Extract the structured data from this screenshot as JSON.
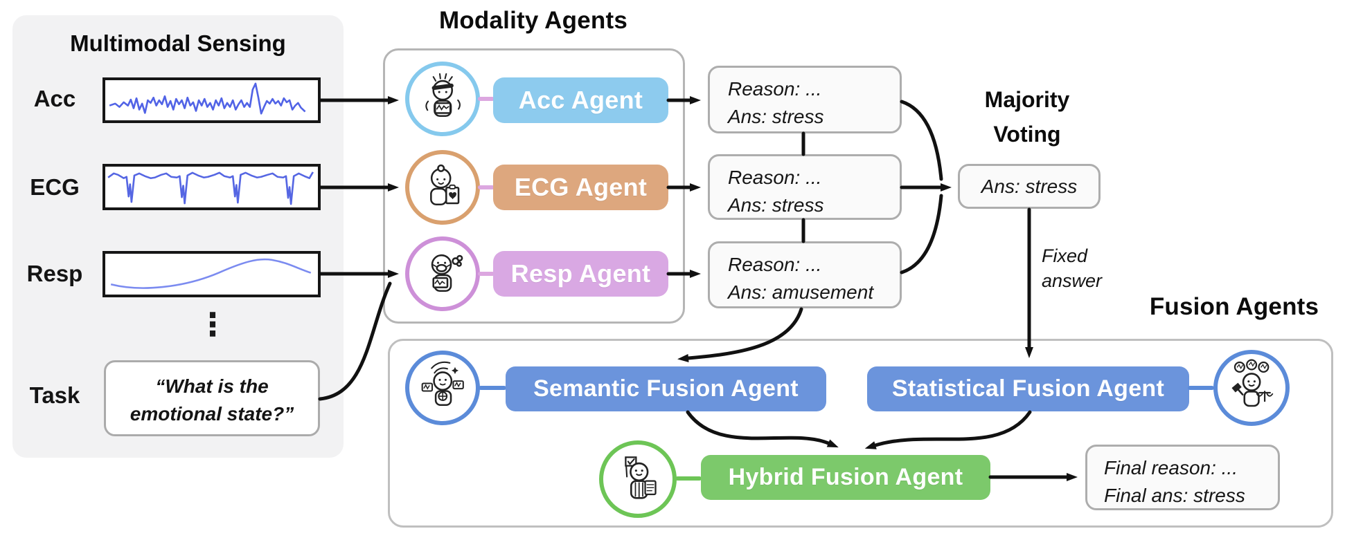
{
  "sensing": {
    "title": "Multimodal Sensing",
    "rows": [
      {
        "label": "Acc"
      },
      {
        "label": "ECG"
      },
      {
        "label": "Resp"
      }
    ],
    "ellipsis": "⋮",
    "task": {
      "label": "Task",
      "line1": "“What is the",
      "line2": "emotional state?”"
    }
  },
  "modality": {
    "title": "Modality Agents",
    "connector_color": "#DCA7E0",
    "agents": [
      {
        "name": "Acc Agent",
        "pill_color": "#8DCBEE",
        "ring_color": "#85C9ED",
        "icon": "acc-agent-avatar"
      },
      {
        "name": "ECG Agent",
        "pill_color": "#DDA77E",
        "ring_color": "#D9A06E",
        "icon": "ecg-agent-avatar"
      },
      {
        "name": "Resp Agent",
        "pill_color": "#D9A8E3",
        "ring_color": "#CD90D8",
        "icon": "resp-agent-avatar"
      }
    ]
  },
  "outputs": [
    {
      "reason": "Reason: ...",
      "ans": "Ans: stress"
    },
    {
      "reason": "Reason: ...",
      "ans": "Ans: stress"
    },
    {
      "reason": "Reason: ...",
      "ans": "Ans: amusement"
    }
  ],
  "majority": {
    "title_line1": "Majority",
    "title_line2": "Voting",
    "answer": "Ans: stress",
    "fixed_label_line1": "Fixed",
    "fixed_label_line2": "answer"
  },
  "fusion": {
    "title": "Fusion Agents",
    "accent_blue": "#6B94DC",
    "ring_blue": "#5B8BD9",
    "accent_green": "#7CC96B",
    "ring_green": "#6DC556",
    "semantic": {
      "name": "Semantic Fusion Agent",
      "icon": "semantic-fusion-avatar"
    },
    "statistical": {
      "name": "Statistical Fusion Agent",
      "icon": "statistical-fusion-avatar"
    },
    "hybrid": {
      "name": "Hybrid Fusion Agent",
      "icon": "hybrid-fusion-avatar"
    },
    "final": {
      "reason": "Final reason: ...",
      "ans": "Final ans: stress"
    }
  }
}
